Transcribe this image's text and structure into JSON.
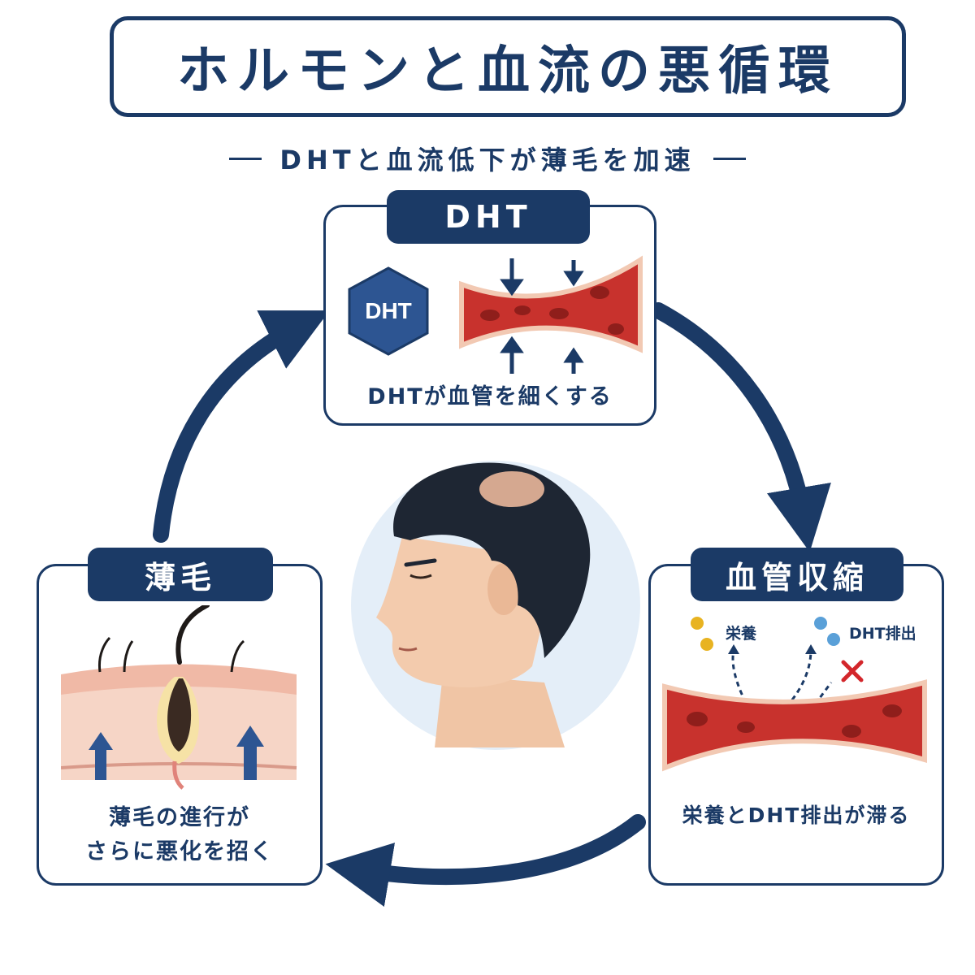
{
  "title": "ホルモンと血流の悪循環",
  "subtitle": "DHTと血流低下が薄毛を加速",
  "colors": {
    "navy": "#1b3a66",
    "blood": "#c8322d",
    "skin": "#f2c9b3",
    "gold": "#e8b321",
    "blue_dot": "#5aa0d8",
    "cross": "#d3262b"
  },
  "panels": {
    "dht": {
      "header": "DHT",
      "badge": "DHT",
      "caption": "DHTが血管を細くする"
    },
    "vasoconstriction": {
      "header": "血管収縮",
      "label_nutrition": "栄養",
      "label_excretion": "DHT排出",
      "caption": "栄養とDHT排出が滞る"
    },
    "thinning": {
      "header": "薄毛",
      "caption_line1": "薄毛の進行が",
      "caption_line2": "さらに悪化を招く"
    }
  },
  "icons": {
    "cycle_arrows": "circular-arrow-icon",
    "compression": "down-arrow-icon",
    "blocked": "cross-icon"
  }
}
